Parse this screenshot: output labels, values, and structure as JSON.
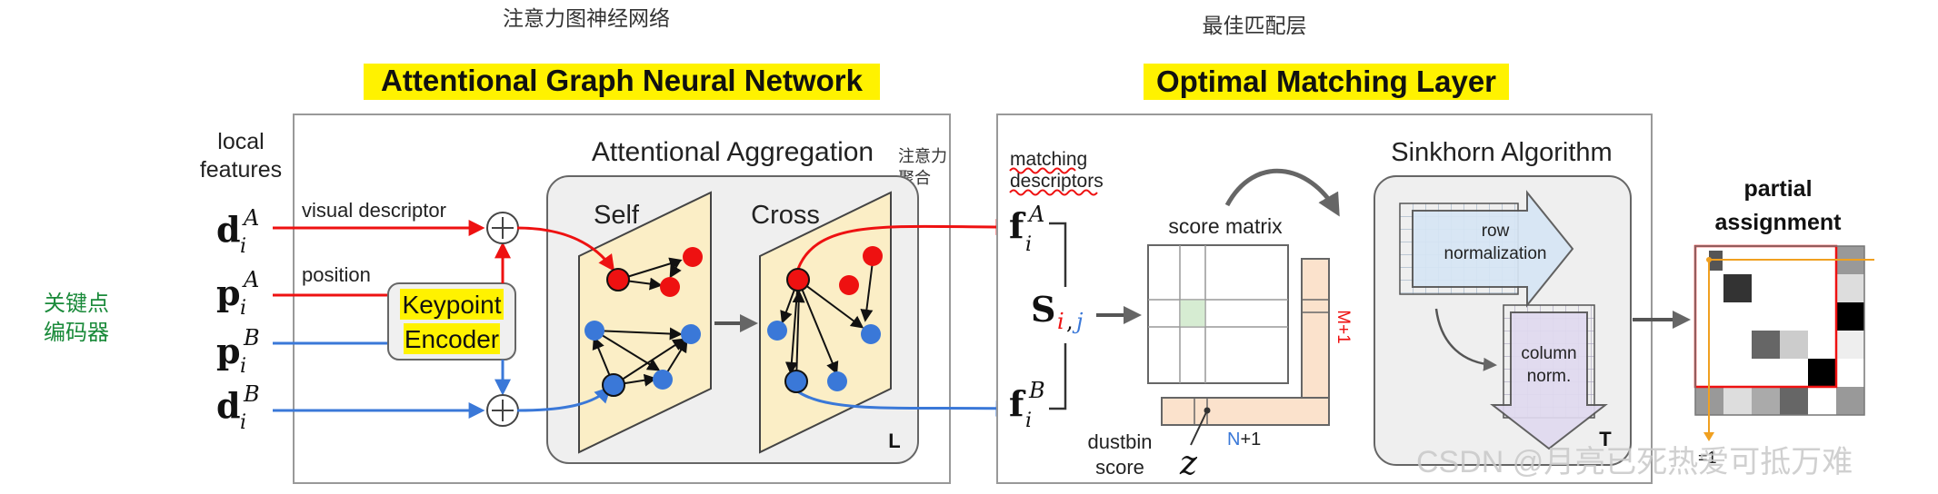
{
  "annotations": {
    "gnn_cn": "注意力图神经网络",
    "matching_cn": "最佳匹配层",
    "keypoint_cn_line1": "关键点",
    "keypoint_cn_line2": "编码器",
    "agg_cn_line1": "注意力",
    "agg_cn_line2": "聚合"
  },
  "gnn": {
    "title": "Attentional Graph Neural Network",
    "local_features_line1": "local",
    "local_features_line2": "features",
    "visual_descriptor": "visual descriptor",
    "position": "position",
    "keypoint_encoder_line1": "Keypoint",
    "keypoint_encoder_line2": "Encoder",
    "aggregation_title": "Attentional Aggregation",
    "self_label": "Self",
    "cross_label": "Cross",
    "loop_label": "L",
    "inputs": {
      "dA": {
        "base": "d",
        "sup": "A",
        "sub": "i"
      },
      "pA": {
        "base": "p",
        "sup": "A",
        "sub": "i"
      },
      "pB": {
        "base": "p",
        "sup": "B",
        "sub": "i"
      },
      "dB": {
        "base": "d",
        "sup": "B",
        "sub": "i"
      }
    }
  },
  "matching": {
    "title": "Optimal Matching Layer",
    "matching_descriptors_line1": "matching",
    "matching_descriptors_line2": "descriptors",
    "fA": {
      "base": "f",
      "sup": "A",
      "sub": "i"
    },
    "fB": {
      "base": "f",
      "sup": "B",
      "sub": "i"
    },
    "S": {
      "base": "S",
      "sub_i": "i",
      "sub_sep": ",",
      "sub_j": "j"
    },
    "score_matrix": "score matrix",
    "m_plus_1": "M+1",
    "n_label": "N",
    "n_suffix": "+1",
    "dustbin_line1": "dustbin",
    "dustbin_line2": "score",
    "z": "z",
    "sinkhorn_title": "Sinkhorn Algorithm",
    "row_norm_line1": "row",
    "row_norm_line2": "normalization",
    "col_norm_line1": "column",
    "col_norm_line2": "norm.",
    "t_label": "T",
    "partial_line1": "partial",
    "partial_line2": "assignment",
    "eq_minus1": "=1"
  },
  "watermark": "CSDN @月亮已死热爱可抵万难",
  "colors": {
    "red": "#ee1111",
    "blue": "#3a78d8",
    "highlight": "#fff200",
    "panel_yellow": "#fbeec6",
    "peach": "#fbe2cc",
    "green_cell": "#d6ecd2",
    "row_arrow": "#d7e6f5",
    "col_arrow": "#e0daf0",
    "annotation_green": "#1a8a3a",
    "orange": "#f0a020"
  }
}
